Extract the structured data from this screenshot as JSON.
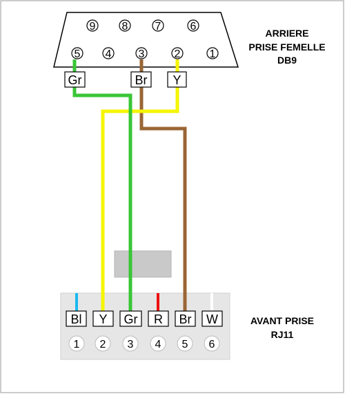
{
  "db9": {
    "label_line1": "ARRIERE",
    "label_line2": "PRISE FEMELLE",
    "label_line3": "DB9",
    "top_pins": [
      "9",
      "8",
      "7",
      "6"
    ],
    "bottom_pins": [
      "5",
      "4",
      "3",
      "2",
      "1"
    ],
    "tags": {
      "gr": "Gr",
      "br": "Br",
      "y": "Y"
    }
  },
  "rj11": {
    "label_line1": "AVANT PRISE",
    "label_line2": "RJ11",
    "tags": [
      "Bl",
      "Y",
      "Gr",
      "R",
      "Br",
      "W"
    ],
    "pins": [
      "1",
      "2",
      "3",
      "4",
      "5",
      "6"
    ]
  },
  "colors": {
    "green": "#39c636",
    "yellow": "#f5f500",
    "brown": "#9a6635",
    "blue": "#1cb8f0",
    "red": "#ee1111",
    "white": "#ffffff",
    "module_bg": "#e6e6e6",
    "gray_block": "#c9c9c9"
  }
}
